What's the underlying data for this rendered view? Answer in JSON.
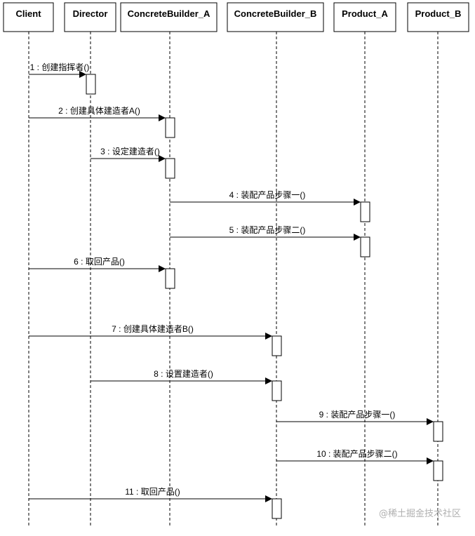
{
  "participants": [
    {
      "id": "client",
      "label": "Client"
    },
    {
      "id": "director",
      "label": "Director"
    },
    {
      "id": "builder_a",
      "label": "ConcreteBuilder_A"
    },
    {
      "id": "builder_b",
      "label": "ConcreteBuilder_B"
    },
    {
      "id": "product_a",
      "label": "Product_A"
    },
    {
      "id": "product_b",
      "label": "Product_B"
    }
  ],
  "messages": [
    {
      "from": "client",
      "to": "director",
      "label": "1 : 创建指挥者()"
    },
    {
      "from": "client",
      "to": "builder_a",
      "label": "2 : 创建具体建造者A()"
    },
    {
      "from": "director",
      "to": "builder_a",
      "label": "3 : 设定建造者()"
    },
    {
      "from": "builder_a",
      "to": "product_a",
      "label": "4 : 装配产品步骤一()"
    },
    {
      "from": "builder_a",
      "to": "product_a",
      "label": "5 : 装配产品步骤二()"
    },
    {
      "from": "client",
      "to": "builder_a",
      "label": "6 : 取回产品()"
    },
    {
      "from": "client",
      "to": "builder_b",
      "label": "7 : 创建具体建造者B()"
    },
    {
      "from": "director",
      "to": "builder_b",
      "label": "8 : 设置建造者()"
    },
    {
      "from": "builder_b",
      "to": "product_b",
      "label": "9 : 装配产品步骤一()"
    },
    {
      "from": "builder_b",
      "to": "product_b",
      "label": "10 : 装配产品步骤二()"
    },
    {
      "from": "client",
      "to": "builder_b",
      "label": "11 : 取回产品()"
    }
  ],
  "watermark": "@稀土掘金技术社区",
  "colors": {
    "line": "#000000",
    "box_fill": "#ffffff",
    "watermark": "#b0b0b0"
  }
}
